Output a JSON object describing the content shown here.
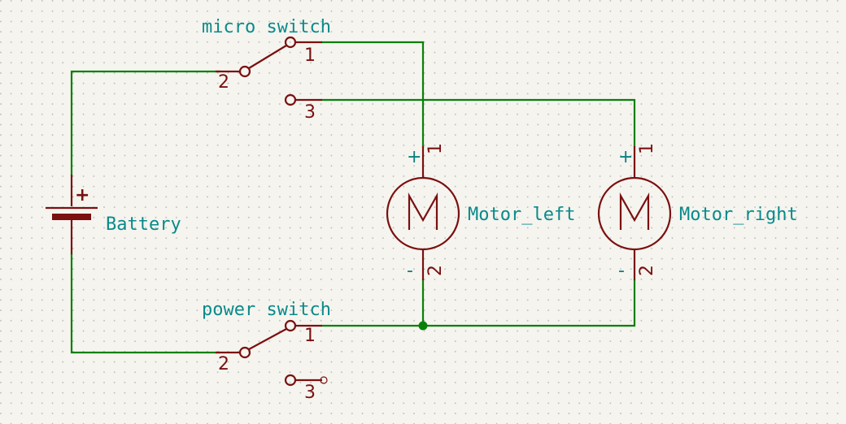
{
  "components": {
    "micro_switch": {
      "label": "micro switch",
      "pin_common": "2",
      "pin_a": "1",
      "pin_b": "3"
    },
    "power_switch": {
      "label": "power switch",
      "pin_common": "2",
      "pin_a": "1",
      "pin_b": "3"
    },
    "battery": {
      "label": "Battery",
      "plus": "+"
    },
    "motor_left": {
      "label": "Motor_left",
      "pin1": "1",
      "pin2": "2",
      "plus": "+",
      "minus": "-",
      "symbol": "M"
    },
    "motor_right": {
      "label": "Motor_right",
      "pin1": "1",
      "pin2": "2",
      "plus": "+",
      "minus": "-",
      "symbol": "M"
    }
  },
  "colors": {
    "wire": "#0a800a",
    "symbol": "#7a1010",
    "label": "#0a8a8a",
    "background": "#f5f4ef",
    "grid_dots": "#b8b8b8"
  }
}
